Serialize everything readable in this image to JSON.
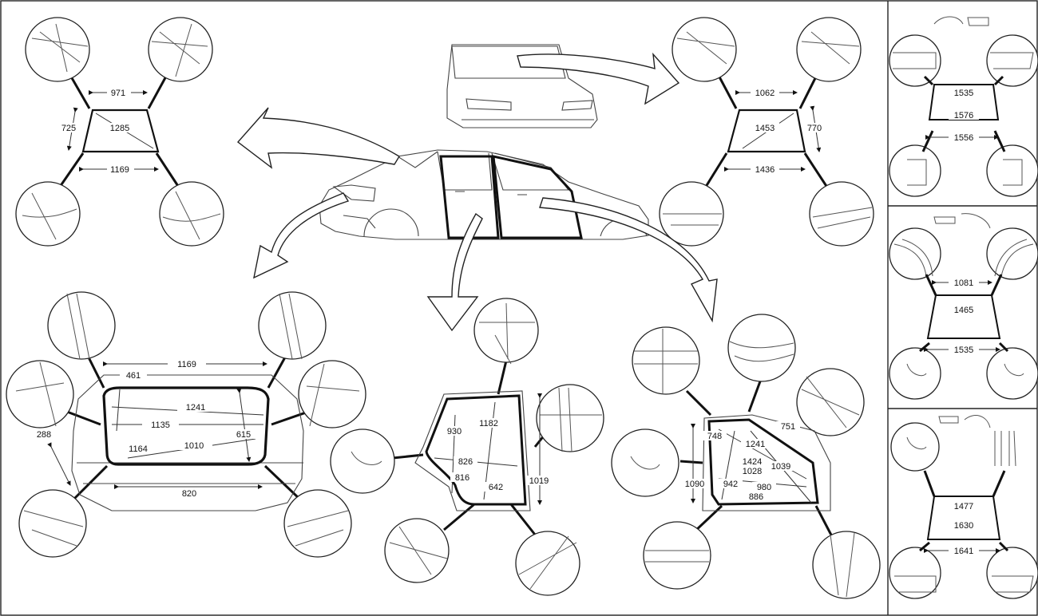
{
  "diagram": {
    "windshield": {
      "top": "971",
      "diagonal": "1285",
      "side": "725",
      "bottom": "1169"
    },
    "rear_window": {
      "top": "1062",
      "diagonal": "1453",
      "side": "770",
      "bottom": "1436"
    },
    "trunk": {
      "top": "1169",
      "depth": "461",
      "diag": "1241",
      "width": "1135",
      "mid": "1010",
      "lower": "1164",
      "side": "615",
      "left": "288",
      "bottom": "820"
    },
    "rear_door": {
      "a": "930",
      "b": "1182",
      "c": "826",
      "d": "816",
      "e": "642",
      "f": "1019"
    },
    "front_door": {
      "a": "748",
      "b": "1241",
      "c": "751",
      "d": "1424",
      "e": "1028",
      "f": "1039",
      "g": "1090",
      "h": "942",
      "i": "980",
      "j": "886"
    },
    "panel1": {
      "top": "1535",
      "mid": "1576",
      "bottom": "1556"
    },
    "panel2": {
      "top": "1081",
      "mid": "1465",
      "bottom": "1535"
    },
    "panel3": {
      "top": "1477",
      "mid": "1630",
      "bottom": "1641"
    }
  }
}
